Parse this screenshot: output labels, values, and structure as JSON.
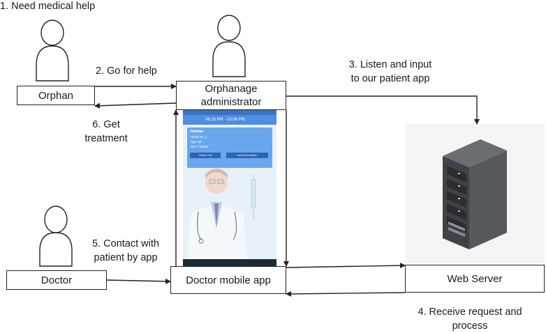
{
  "labels": {
    "step1": "1. Need medical help",
    "step2": "2. Go for help",
    "step3_line1": "3. Listen and input",
    "step3_line2": "to our patient app",
    "step4_line1": "4. Receive request and",
    "step4_line2": "process",
    "step5_line1": "5. Contact with",
    "step5_line2": "patient by app",
    "step6_line1": "6. Get",
    "step6_line2": "treatment"
  },
  "boxes": {
    "orphan": "Orphan",
    "administrator_line1": "Orphanage",
    "administrator_line2": "administrator",
    "doctor": "Doctor",
    "doctor_app": "Doctor mobile app",
    "web_server": "Web Server"
  },
  "phone": {
    "time": "06:18 PM - 10:06 PM",
    "card_title": "Rahima",
    "card_line1": "Serial No: 1",
    "card_line2": "Age: 08",
    "card_line3": "Sex: Female",
    "button_left": "Tribes Cell",
    "button_right": "Add prescription"
  },
  "colors": {
    "line": "#222222",
    "person_fill": "#ffffff",
    "server_body": "#4a4d52",
    "server_led": "#d9d93a",
    "app_header": "#4f8de0"
  }
}
